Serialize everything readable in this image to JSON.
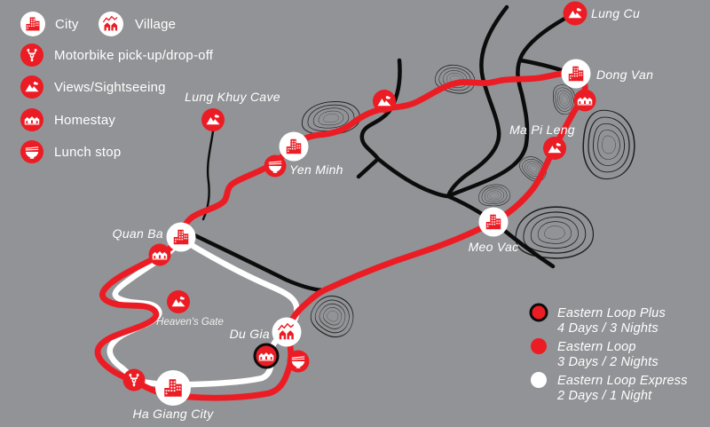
{
  "colors": {
    "background": "#919396",
    "route_red": "#EC1C24",
    "route_white": "#FFFFFF",
    "road_black": "#0C0C0C",
    "label_text": "#FFFFFF"
  },
  "legend": {
    "items": [
      {
        "icon": "city-icon",
        "label": "City"
      },
      {
        "icon": "village-icon",
        "label": "Village"
      },
      {
        "icon": "motorbike-icon",
        "label": "Motorbike pick-up/drop-off"
      },
      {
        "icon": "views-icon",
        "label": "Views/Sightseeing"
      },
      {
        "icon": "homestay-icon",
        "label": "Homestay"
      },
      {
        "icon": "lunch-icon",
        "label": "Lunch stop"
      }
    ]
  },
  "routes_legend": {
    "items": [
      {
        "dot": "red-black-outline",
        "name": "Eastern Loop Plus",
        "duration": "4 Days / 3 Nights"
      },
      {
        "dot": "red",
        "name": "Eastern Loop",
        "duration": "3 Days / 2 Nights"
      },
      {
        "dot": "white",
        "name": "Eastern Loop Express",
        "duration": "2 Days / 1 Night"
      }
    ]
  },
  "places": {
    "lung_cu": "Lung Cu",
    "dong_van": "Dong Van",
    "ma_pi_leng": "Ma Pi Leng",
    "yen_minh": "Yen Minh",
    "lung_khuy_cave": "Lung Khuy Cave",
    "quan_ba": "Quan Ba",
    "meo_vac": "Meo Vac",
    "heavens_gate": "Heaven's Gate",
    "du_gia": "Du Gia",
    "ha_giang_city": "Ha Giang City"
  }
}
